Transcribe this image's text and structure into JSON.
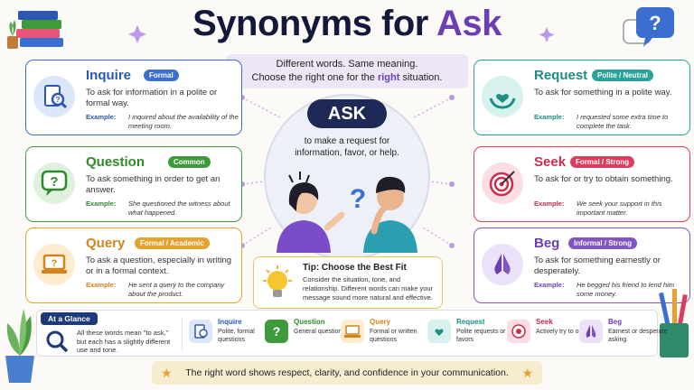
{
  "title": {
    "prefix": "Synonyms for ",
    "accent": "Ask"
  },
  "banner": {
    "line1": "Different words. Same meaning.",
    "line2_pre": "Choose the right one for the ",
    "line2_hl": "right",
    "line2_post": " situation."
  },
  "center": {
    "word": "ASK",
    "definition": "to make a request for information, favor, or help."
  },
  "cards": {
    "inquire": {
      "word": "Inquire",
      "tag": "Formal",
      "definition": "To ask for information in a polite or formal way.",
      "example_label": "Example:",
      "example": "I inquired about the availability of the meeting room."
    },
    "question": {
      "word": "Question",
      "tag": "Common",
      "definition": "To ask something in order to get an answer.",
      "example_label": "Example:",
      "example": "She questioned the witness about what happened."
    },
    "query": {
      "word": "Query",
      "tag": "Formal / Academic",
      "definition": "To ask a question, especially in writing or in a formal context.",
      "example_label": "Example:",
      "example": "He sent a query to the company about the product."
    },
    "request": {
      "word": "Request",
      "tag": "Polite / Neutral",
      "definition": "To ask for something in a polite way.",
      "example_label": "Example:",
      "example": "I requested some extra time to complete the task."
    },
    "seek": {
      "word": "Seek",
      "tag": "Formal / Strong",
      "definition": "To ask for or try to obtain something.",
      "example_label": "Example:",
      "example": "We seek your support in this important matter."
    },
    "beg": {
      "word": "Beg",
      "tag": "Informal / Strong",
      "definition": "To ask for something earnestly or desperately.",
      "example_label": "Example:",
      "example": "He begged his friend to lend him some money."
    }
  },
  "tip": {
    "title": "Tip: Choose the Best Fit",
    "text": "Consider the situation, tone, and relationship. Different words can make your message sound more natural and effective."
  },
  "glance": {
    "title": "At a Glance",
    "text": "All these words mean \"to ask,\" but each has a slightly different use and tone.",
    "items": [
      {
        "word": "Inquire",
        "desc": "Polite, formal questions"
      },
      {
        "word": "Question",
        "desc": "General questions"
      },
      {
        "word": "Query",
        "desc": "Formal or written questions"
      },
      {
        "word": "Request",
        "desc": "Polite requests or favors"
      },
      {
        "word": "Seek",
        "desc": "Actively try to obtain"
      },
      {
        "word": "Beg",
        "desc": "Earnest or desperate asking"
      }
    ]
  },
  "footer": "The right word shows respect, clarity, and confidence in your communication.",
  "colors": {
    "navy": "#14183a",
    "purple": "#6a3fb0",
    "blue": "#3a6fd1",
    "green": "#3f9a3c",
    "orange": "#e6a12f",
    "teal": "#27a39a",
    "red": "#dd3c5c",
    "violet": "#8055c4"
  },
  "icons": [
    "books-icon",
    "chat-question-icon",
    "document-search-icon",
    "speech-question-icon",
    "laptop-question-icon",
    "hands-heart-icon",
    "target-icon",
    "praying-hands-icon",
    "lightbulb-icon",
    "magnifier-icon",
    "plant-icon",
    "pencil-cup-icon"
  ]
}
